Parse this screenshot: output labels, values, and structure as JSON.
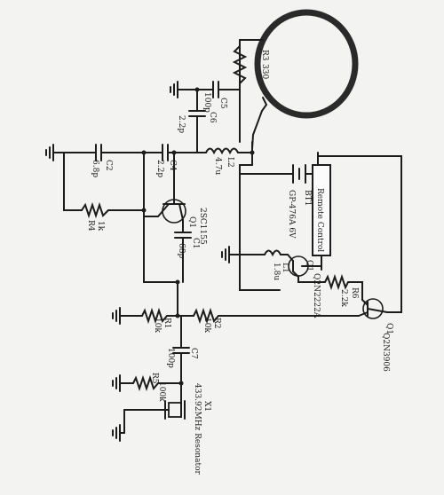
{
  "labels": {
    "r1": "R1",
    "r1_val": "10k",
    "r2": "R2",
    "r2_val": "10k",
    "r3": "R3",
    "r3_val": "330",
    "r4": "R4",
    "r4_val": "1k",
    "r5": "R5",
    "r5_val": "100k",
    "r6": "R6",
    "r6_val": "2.2k",
    "c1": "C1",
    "c1_val": "68p",
    "c2": "C2",
    "c2_val": "6.8p",
    "c4": "C4",
    "c4_val": "2.2p",
    "c5": "C5",
    "c5_val": "100p",
    "c6": "C6",
    "c6_val": "2.2p",
    "c7": "C7",
    "c7_val": "100p",
    "l1": "L1",
    "l1_val": "1.8u",
    "l2": "L2",
    "l2_val": "4.7u",
    "q1_top": "Q1",
    "q1_top_part": "2SC1155",
    "q1_mid": "Q1",
    "q1_mid_part": "Q2N2222A",
    "q1_bot": "Q1",
    "q1_bot_part": "Q2N3906",
    "bt1": "BT1",
    "bt1_val": "GP-476A 6V",
    "remote": "Remote Control",
    "x1": "X1",
    "x1_val": "433.92MHz Resonator"
  }
}
